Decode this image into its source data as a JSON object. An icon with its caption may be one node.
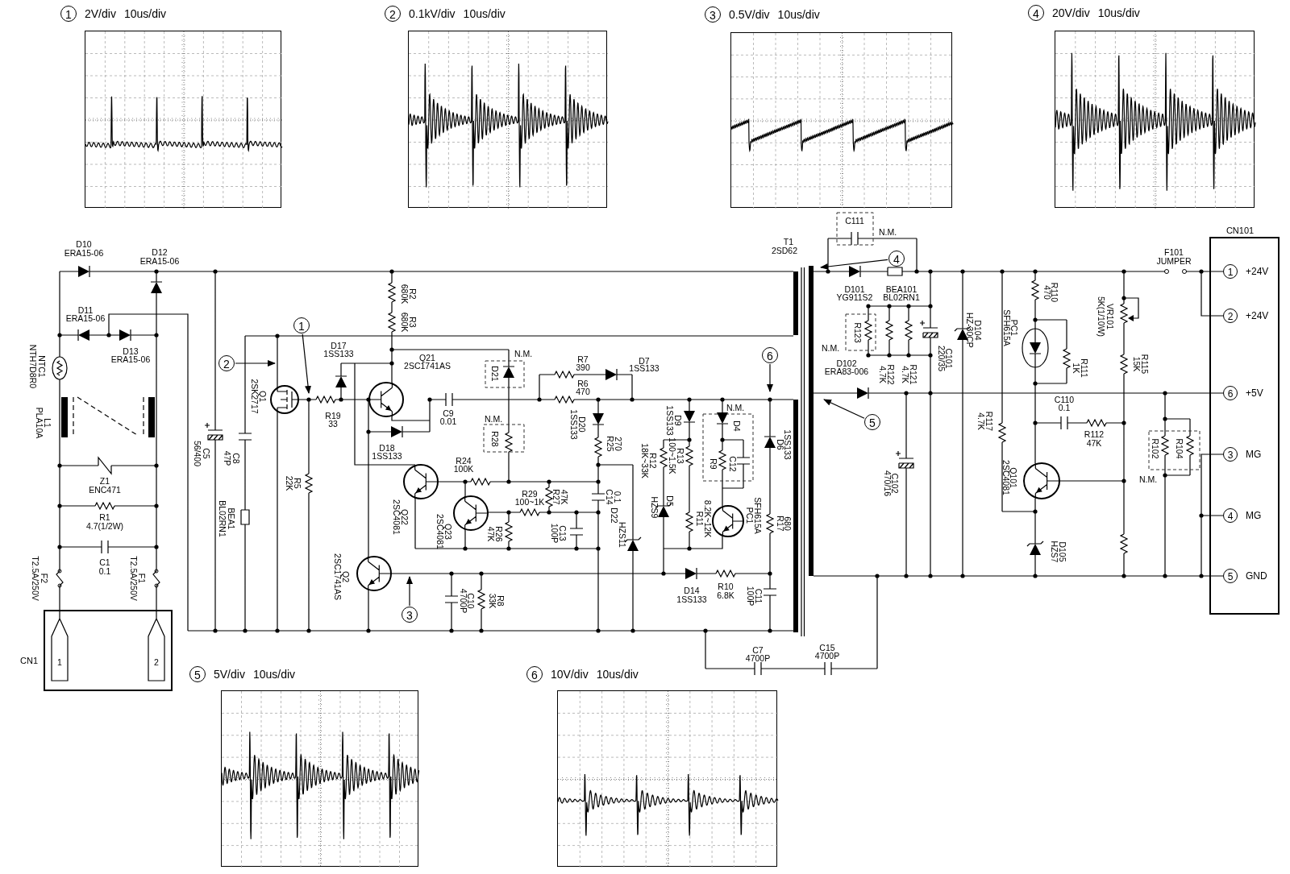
{
  "diagram": {
    "nodes": [
      {
        "text": [
          "1",
          "2V/div",
          "10us/div"
        ]
      },
      {
        "text": [
          "2",
          "0.1kV/div",
          "10us/div"
        ]
      },
      {
        "text": [
          "3",
          "0.5V/div",
          "10us/div"
        ]
      },
      {
        "text": [
          "4",
          "20V/div",
          "10us/div"
        ]
      },
      {
        "text": [
          "CN101"
        ]
      },
      {
        "text": [
          "1"
        ],
        "beside": [
          "+24V"
        ],
        "in": 4
      },
      {
        "text": [
          "2"
        ],
        "beside": [
          "+24V"
        ],
        "in": 4
      },
      {
        "text": [
          "6"
        ],
        "beside": [
          "+5V"
        ],
        "in": 4
      },
      {
        "text": [
          "3"
        ],
        "beside": [
          "MG"
        ],
        "in": 4
      },
      {
        "text": [
          "4"
        ],
        "beside": [
          "MG"
        ],
        "in": 4
      },
      {
        "text": [
          "5"
        ],
        "beside": [
          "GND"
        ],
        "in": 4
      },
      {
        "text": [
          "4"
        ]
      },
      {
        "text": [
          "2"
        ]
      },
      {
        "text": [
          "1"
        ]
      },
      {
        "text": [
          "6"
        ]
      },
      {
        "text": [
          "5"
        ]
      },
      {
        "text": [
          "3"
        ]
      },
      {
        "text": [
          "CN1"
        ]
      },
      {
        "text": [
          "5",
          "5V/div",
          "10us/div"
        ]
      },
      {
        "text": [
          "6",
          "10V/div",
          "10us/div"
        ]
      }
    ],
    "edges": [
      {
        "from": 11,
        "to": null,
        "arrow": "to"
      },
      {
        "from": 12,
        "to": null,
        "arrow": "to"
      },
      {
        "from": 13,
        "to": null,
        "arrow": "to"
      },
      {
        "from": 14,
        "to": null,
        "arrow": "to"
      },
      {
        "from": 15,
        "to": null,
        "arrow": "to"
      },
      {
        "from": 16,
        "to": null,
        "arrow": "to"
      }
    ],
    "labels": [
      "D10",
      "ERA15-06",
      "D12",
      "ERA15-06",
      "D11",
      "ERA15-06",
      "D13",
      "ERA15-06",
      "NTC1",
      "NTH7D8R0",
      "L1",
      "PLA10A",
      "Z1",
      "ENC471",
      "R1",
      "4.7(1/2W)",
      "C1",
      "0.1",
      "F2",
      "T2.5A/250V",
      "F1",
      "T2.5A/250V",
      "1",
      "2",
      "C5",
      "56/400",
      "C8",
      "47P",
      "BEA1",
      "BL02RN1",
      "Q1",
      "2SK2717",
      "R5",
      "22K",
      "R19",
      "33",
      "R2",
      "680K",
      "R3",
      "680K",
      "D17",
      "1SS133",
      "Q21",
      "2SC1741AS",
      "N.M.",
      "D21",
      "R7",
      "390",
      "R6",
      "470",
      "C9",
      "0.01",
      "N.M.",
      "R28",
      "D18",
      "1SS133",
      "D20",
      "1SS133",
      "R24",
      "100K",
      "R27",
      "47K",
      "R29",
      "100~1K",
      "C14",
      "0.1",
      "Q22",
      "2SC4081",
      "Q23",
      "2SC4081",
      "R26",
      "47K",
      "C13",
      "100P",
      "R25",
      "270",
      "D22",
      "HZS11",
      "Q2",
      "2SC1741AS",
      "C10",
      "4700P",
      "R8",
      "33K",
      "D7",
      "1SS133",
      "T1",
      "2SD62",
      "D9",
      "1SS133",
      "N.M.",
      "D4",
      "R12",
      "18K~33K",
      "R13",
      "100~1.5K",
      "R9",
      "C12",
      "D6",
      "1SS133",
      "D5",
      "HZS9",
      "R11",
      "8.2K~12K",
      "PC1",
      "SFH615A",
      "R17",
      "680",
      "D14",
      "1SS133",
      "R10",
      "6.8K",
      "C11",
      "100P",
      "C7",
      "4700P",
      "C15",
      "4700P",
      "C111",
      "N.M.",
      "D101",
      "YG911S2",
      "BEA101",
      "BL02RN1",
      "R123",
      "N.M.",
      "R122",
      "4.7K",
      "R121",
      "4.7K",
      "C101",
      "220/35",
      "D104",
      "HZ-30CP",
      "PC1",
      "SFH615A",
      "R110",
      "470",
      "D102",
      "ERA83-006",
      "R117",
      "4.7K",
      "C102",
      "470/16",
      "Q101",
      "2SC4081",
      "D105",
      "HZS7",
      "F101",
      "JUMPER",
      "VR101",
      "5K(1/10W)",
      "R111",
      "1K",
      "R115",
      "15K",
      "C110",
      "0.1",
      "R112",
      "47K",
      "R102",
      "R104",
      "N.M."
    ]
  }
}
